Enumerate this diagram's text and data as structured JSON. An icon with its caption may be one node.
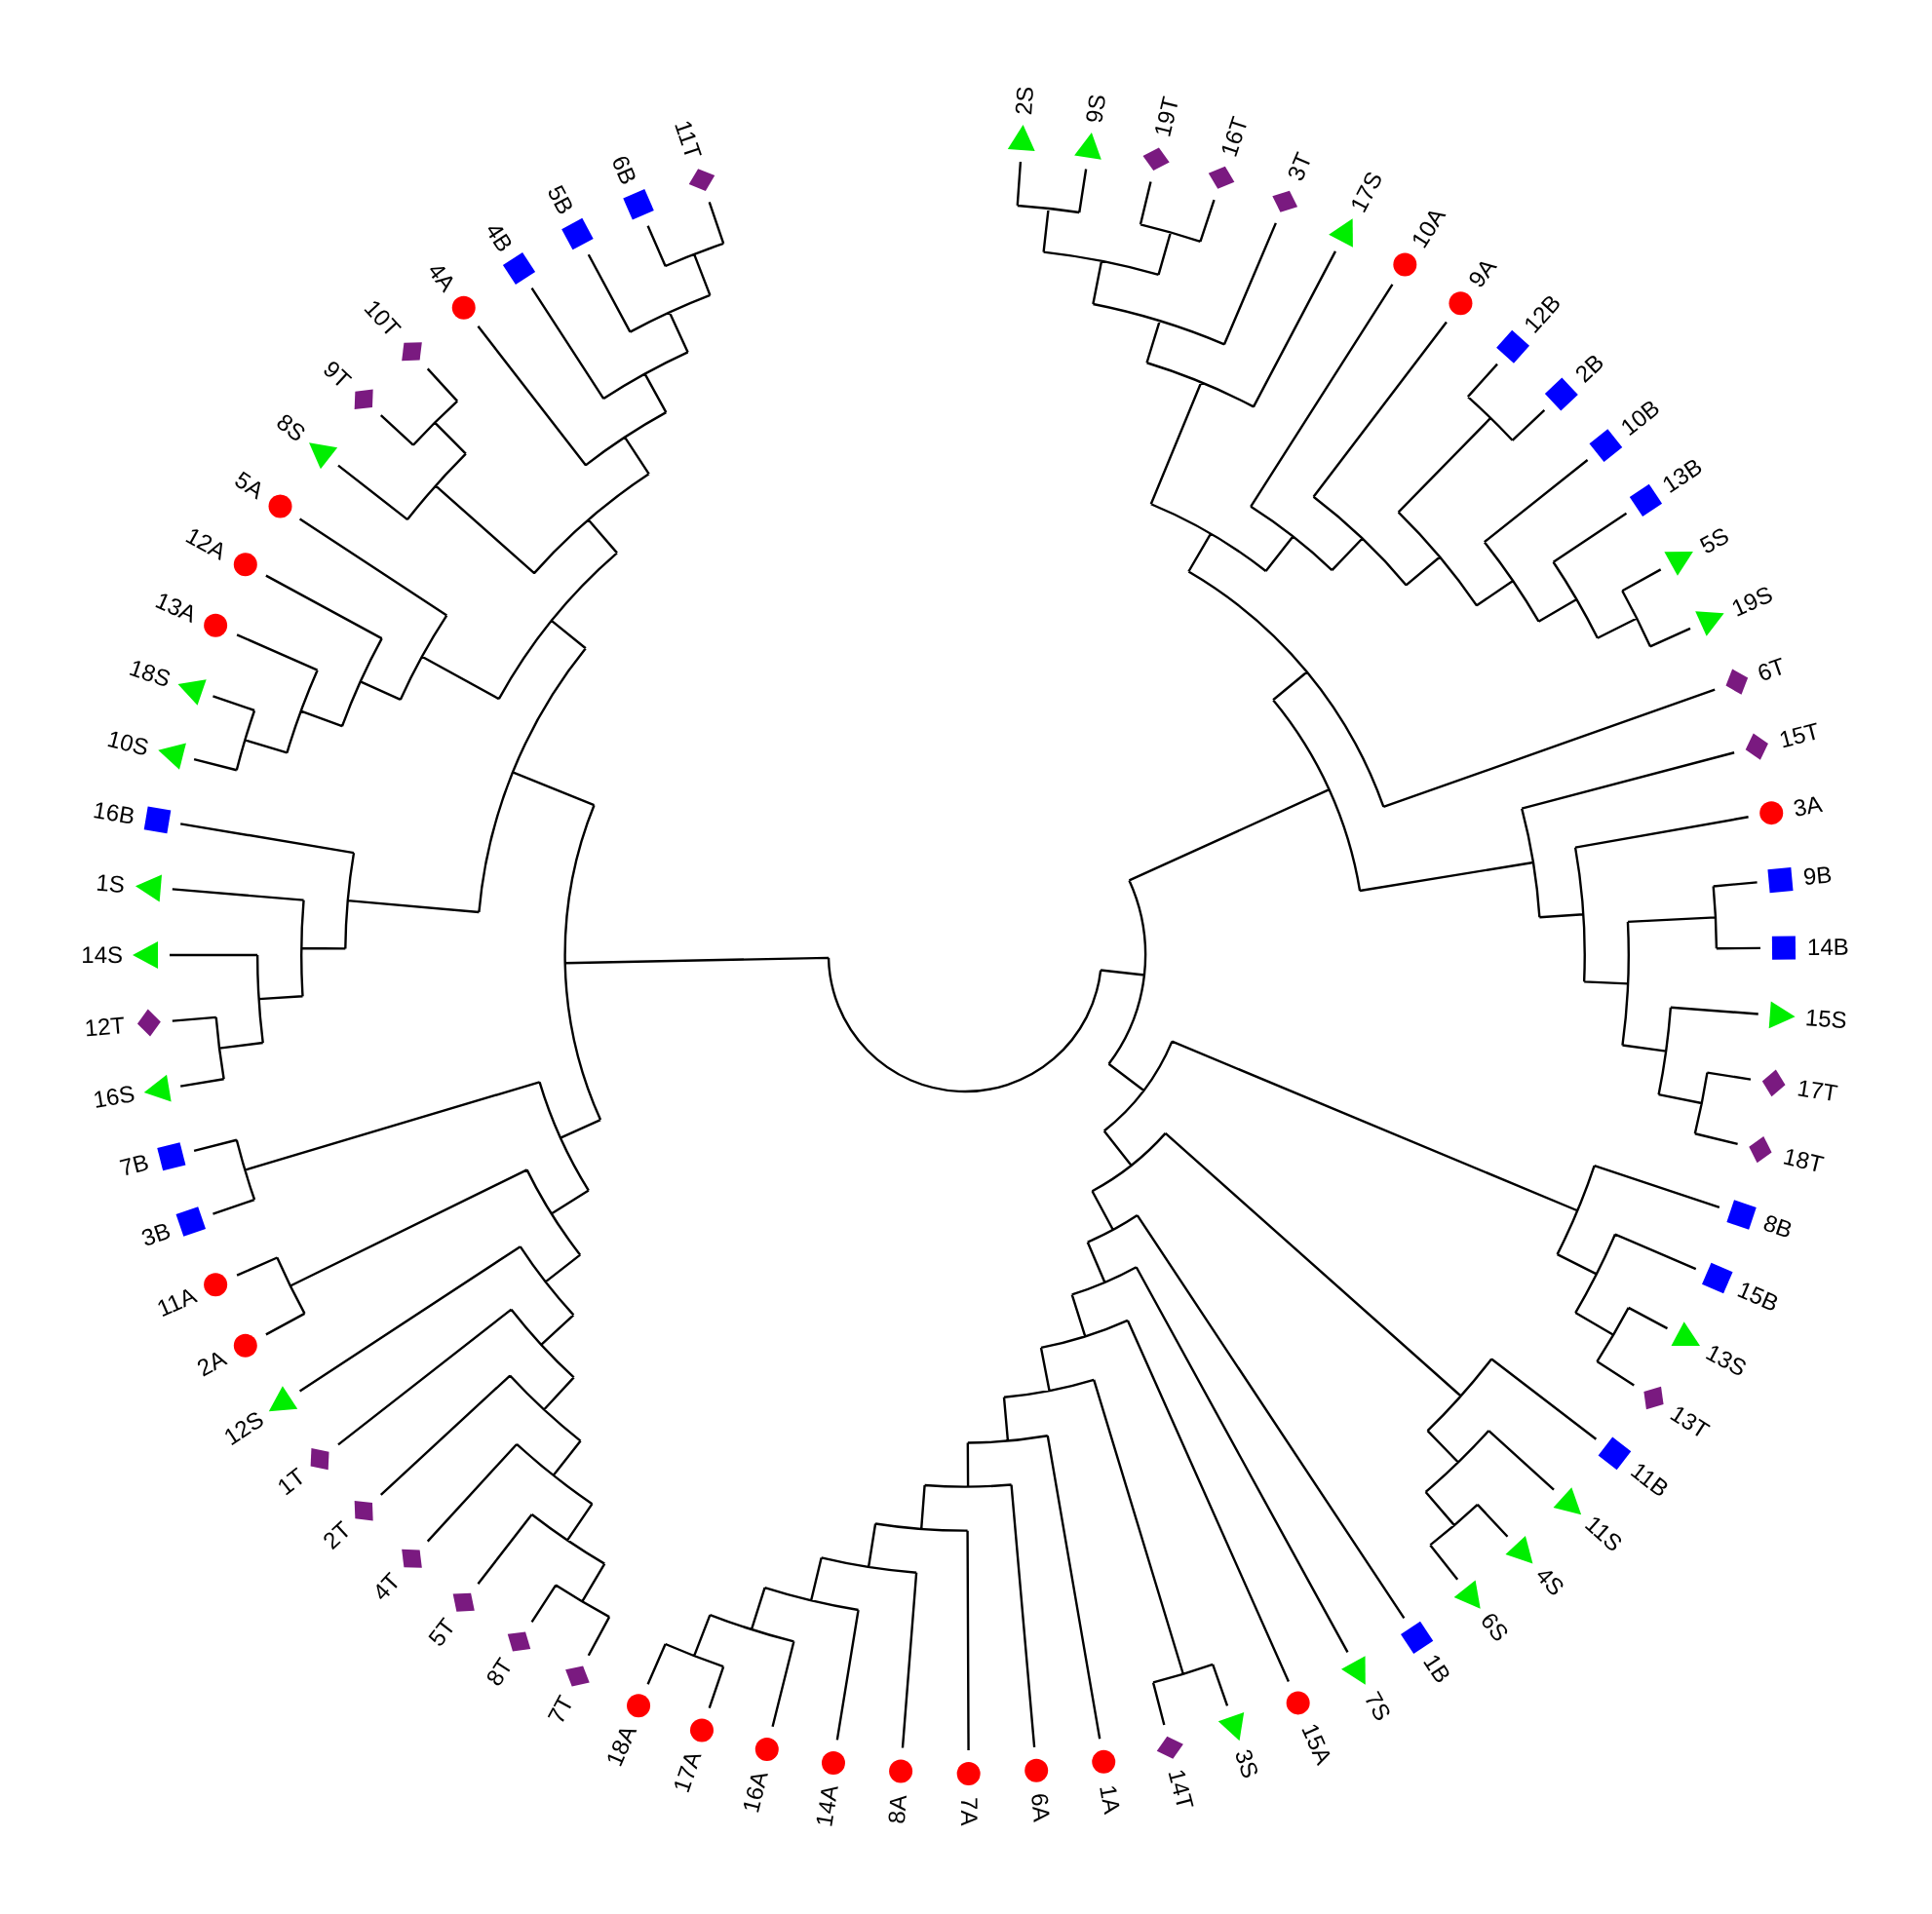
{
  "diagram": {
    "labels": [
      "2S",
      "9S",
      "19T",
      "16T",
      "3T",
      "17S",
      "10A",
      "9A",
      "12B",
      "2B",
      "10B",
      "13B",
      "5S",
      "19S",
      "6T",
      "15T",
      "3A",
      "9B",
      "14B",
      "15S",
      "17T",
      "18T",
      "8B",
      "15B",
      "13S",
      "13T",
      "11B",
      "11S",
      "4S",
      "6S",
      "1B",
      "7S",
      "15A",
      "3S",
      "14T",
      "1A",
      "6A",
      "7A",
      "8A",
      "14A",
      "16A",
      "17A",
      "18A",
      "7T",
      "8T",
      "5T",
      "4T",
      "2T",
      "1T",
      "12S",
      "2A",
      "11A",
      "3B",
      "7B",
      "16S",
      "12T",
      "14S",
      "1S",
      "16B",
      "10S",
      "18S",
      "13A",
      "12A",
      "5A",
      "8S",
      "9T",
      "10T",
      "4A",
      "4B",
      "5B",
      "6B",
      "11T"
    ]
  }
}
